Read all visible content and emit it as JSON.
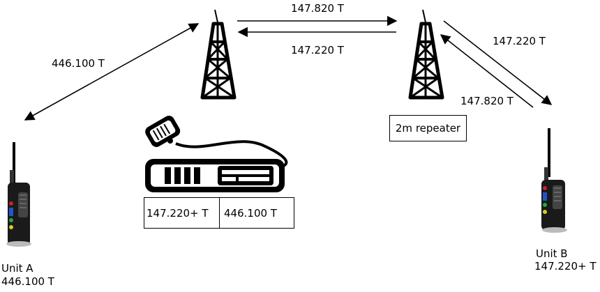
{
  "links": {
    "a_to_tower1": "446.100 T",
    "tower1_to_tower2": "147.820 T",
    "tower2_to_tower1": "147.220 T",
    "tower2_to_b": "147.220 T",
    "b_to_tower2": "147.820 T"
  },
  "repeater_label": "2m repeater",
  "mobile_radio": {
    "channel_left": "147.220+ T",
    "channel_right": "446.100 T"
  },
  "unit_a": {
    "name": "Unit A",
    "freq": "446.100 T"
  },
  "unit_b": {
    "name": "Unit B",
    "freq": "147.220+ T"
  },
  "colors": {
    "ink": "#000000",
    "radio_red": "#cc2222",
    "radio_blue": "#2255cc",
    "radio_green": "#22aa44"
  }
}
